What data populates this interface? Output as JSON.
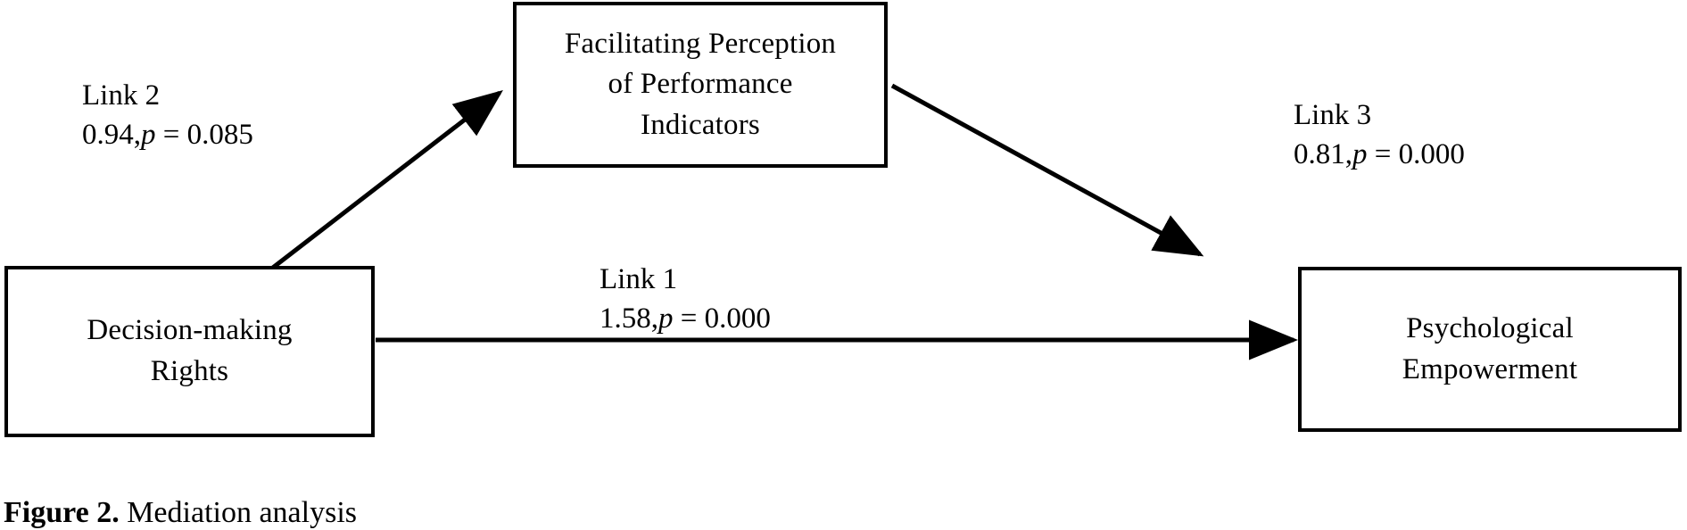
{
  "figure": {
    "caption_label": "Figure 2.",
    "caption_text": " Mediation analysis"
  },
  "nodes": {
    "predictor": {
      "id": "decision-making-rights",
      "label": "Decision-making\nRights"
    },
    "mediator": {
      "id": "facilitating-perception-of-performance-indicators",
      "label": "Facilitating Perception\nof Performance\nIndicators"
    },
    "outcome": {
      "id": "psychological-empowerment",
      "label": "Psychological\nEmpowerment"
    }
  },
  "edges": {
    "link1": {
      "name": "Link 1",
      "coefficient": "1.58,",
      "p_symbol": "p",
      "p_value": " = 0.000",
      "from": "decision-making-rights",
      "to": "psychological-empowerment"
    },
    "link2": {
      "name": "Link 2",
      "coefficient": "0.94,",
      "p_symbol": "p",
      "p_value": " = 0.085",
      "from": "decision-making-rights",
      "to": "facilitating-perception-of-performance-indicators"
    },
    "link3": {
      "name": "Link 3",
      "coefficient": "0.81,",
      "p_symbol": "p",
      "p_value": " = 0.000",
      "from": "facilitating-perception-of-performance-indicators",
      "to": "psychological-empowerment"
    }
  },
  "chart_data": {
    "type": "diagram",
    "title": "Figure 2. Mediation analysis",
    "nodes": [
      "Decision-making Rights",
      "Facilitating Perception of Performance Indicators",
      "Psychological Empowerment"
    ],
    "edges": [
      {
        "label": "Link 1",
        "source": "Decision-making Rights",
        "target": "Psychological Empowerment",
        "coefficient": 1.58,
        "p": 0.0
      },
      {
        "label": "Link 2",
        "source": "Decision-making Rights",
        "target": "Facilitating Perception of Performance Indicators",
        "coefficient": 0.94,
        "p": 0.085
      },
      {
        "label": "Link 3",
        "source": "Facilitating Perception of Performance Indicators",
        "target": "Psychological Empowerment",
        "coefficient": 0.81,
        "p": 0.0
      }
    ]
  },
  "colors": {
    "stroke": "#000000",
    "background": "#ffffff",
    "text": "#000000"
  }
}
